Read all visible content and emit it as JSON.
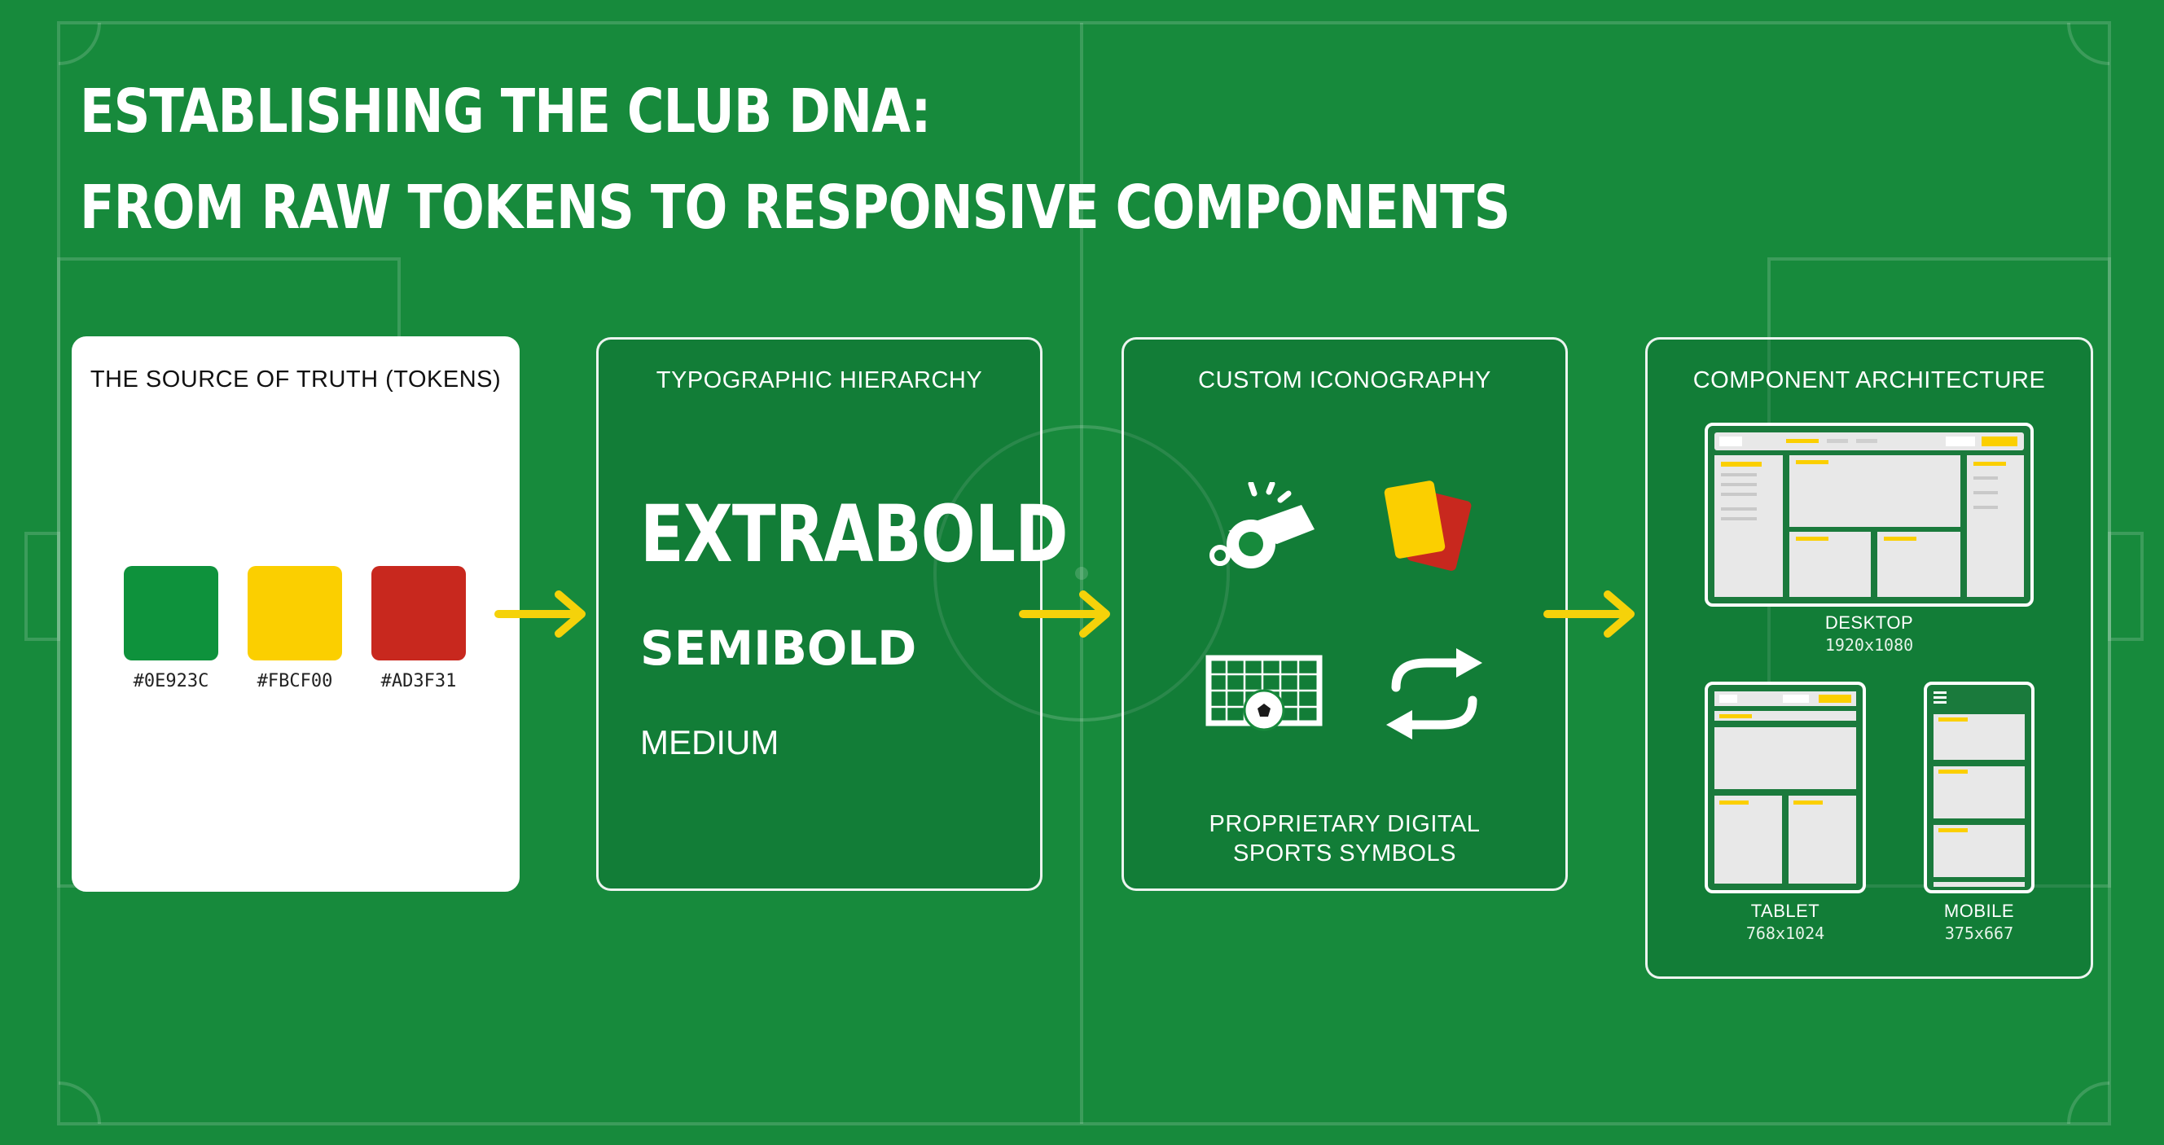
{
  "title": {
    "line1": "ESTABLISHING THE CLUB DNA:",
    "line2": "FROM RAW TOKENS TO RESPONSIVE COMPONENTS"
  },
  "colors": {
    "pitch": "#178a3c",
    "arrow": "#f5d20a",
    "green": "#0E923C",
    "yellow": "#FBCF00",
    "red": "#AD3F31"
  },
  "tokens": {
    "title": "THE SOURCE OF TRUTH (TOKENS)",
    "swatches": [
      {
        "hex": "#0E923C",
        "label": "#0E923C"
      },
      {
        "hex": "#FBCF00",
        "label": "#FBCF00"
      },
      {
        "hex": "#AD3F31",
        "label": "#AD3F31"
      }
    ]
  },
  "typography": {
    "title": "TYPOGRAPHIC HIERARCHY",
    "weights": [
      "EXTRABOLD",
      "SEMIBOLD",
      "MEDIUM"
    ]
  },
  "iconography": {
    "title": "CUSTOM ICONOGRAPHY",
    "icons": [
      "whistle-icon",
      "cards-icon",
      "goal-net-icon",
      "substitution-icon"
    ],
    "caption_line1": "PROPRIETARY DIGITAL",
    "caption_line2": "SPORTS SYMBOLS"
  },
  "components": {
    "title": "COMPONENT ARCHITECTURE",
    "devices": [
      {
        "name": "DESKTOP",
        "size": "1920x1080"
      },
      {
        "name": "TABLET",
        "size": "768x1024"
      },
      {
        "name": "MOBILE",
        "size": "375x667"
      }
    ]
  }
}
